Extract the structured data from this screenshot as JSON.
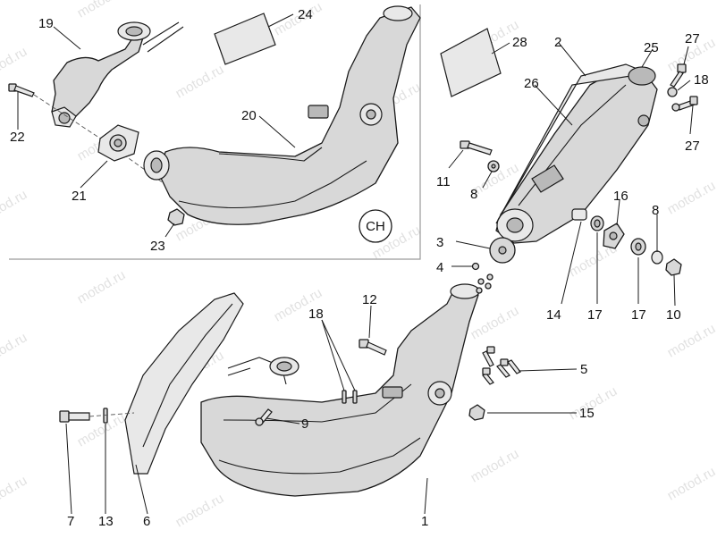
{
  "watermark": "motod.ru",
  "variant_badge": "CH",
  "callouts": {
    "c1": "1",
    "c2": "2",
    "c3": "3",
    "c4": "4",
    "c5": "5",
    "c6": "6",
    "c7": "7",
    "c8a": "8",
    "c8b": "8",
    "c9": "9",
    "c10": "10",
    "c11": "11",
    "c12": "12",
    "c13": "13",
    "c14": "14",
    "c15": "15",
    "c16": "16",
    "c17a": "17",
    "c17b": "17",
    "c18": "18",
    "c18b": "18",
    "c19": "19",
    "c20": "20",
    "c21": "21",
    "c22": "22",
    "c23": "23",
    "c24": "24",
    "c25": "25",
    "c26": "26",
    "c27a": "27",
    "c27b": "27",
    "c28": "28"
  },
  "colors": {
    "line": "#1a1a1a",
    "part_fill": "#d8d8d8",
    "frame": "#9a9a9a"
  }
}
